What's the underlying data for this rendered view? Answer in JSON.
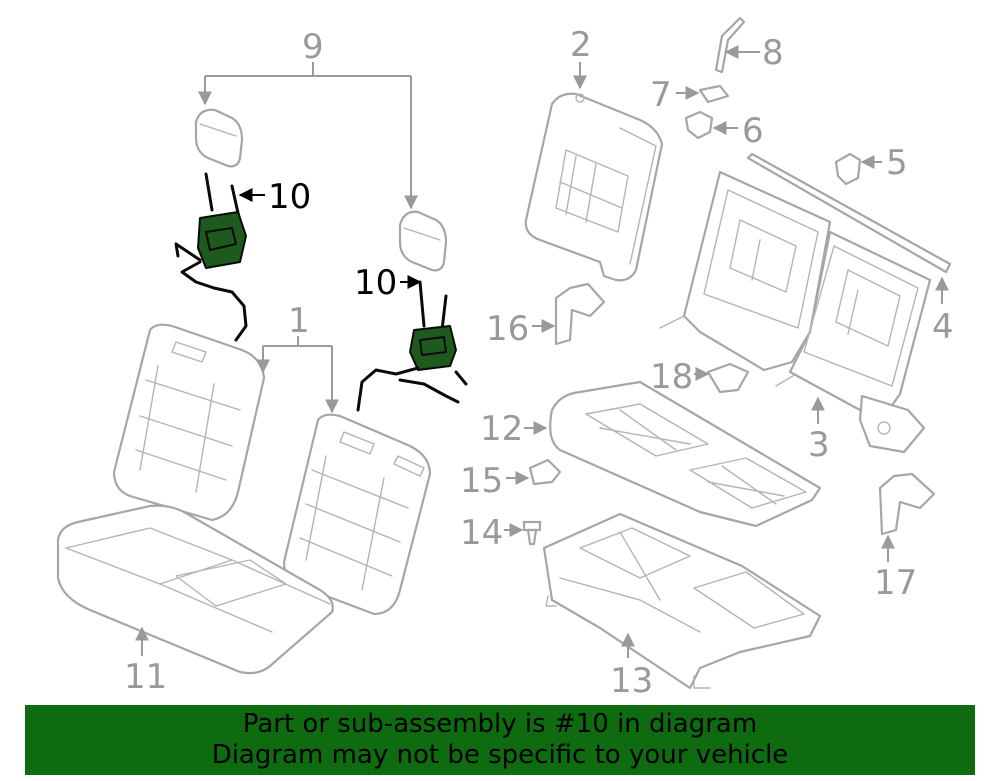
{
  "diagram": {
    "callouts": {
      "p1": "1",
      "p2": "2",
      "p3": "3",
      "p4": "4",
      "p5": "5",
      "p6": "6",
      "p7": "7",
      "p8": "8",
      "p9": "9",
      "p10a": "10",
      "p10b": "10",
      "p11": "11",
      "p12": "12",
      "p13": "13",
      "p14": "14",
      "p15": "15",
      "p16": "16",
      "p17": "17",
      "p18": "18"
    },
    "highlight_part": "10",
    "colors": {
      "highlight": "#1e5a1e",
      "line": "#a6a6a6",
      "banner": "#0f6b0f"
    }
  },
  "banner": {
    "line1": "Part or sub-assembly is #10 in diagram",
    "line2": "Diagram may not be specific to your vehicle"
  }
}
